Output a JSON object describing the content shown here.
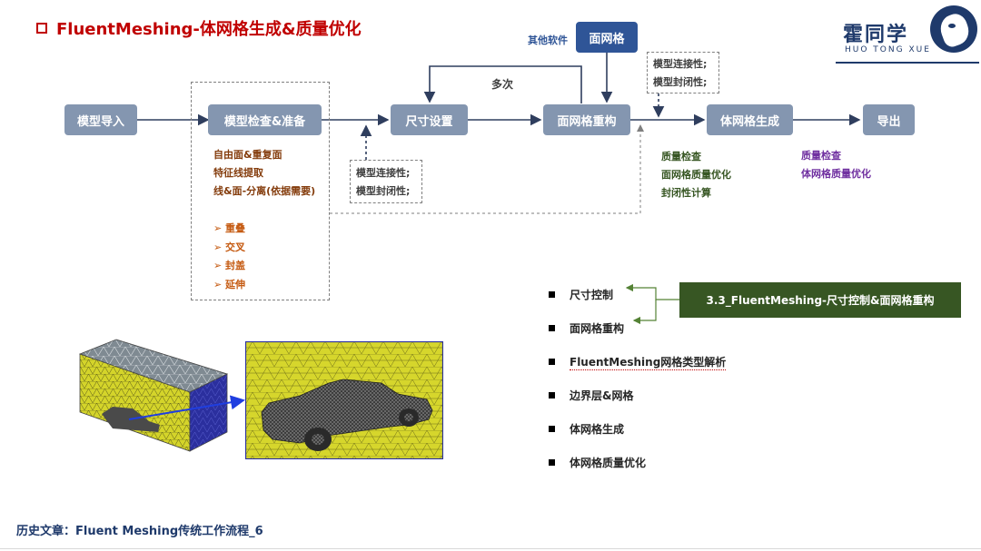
{
  "header": {
    "title": "FluentMeshing-体网格生成&质量优化",
    "logo_cn": "霍同学",
    "logo_en": "HUO TONG XUE"
  },
  "flow": {
    "import": "模型导入",
    "check": "模型检查&准备",
    "size": "尺寸设置",
    "surface": "面网格重构",
    "volume": "体网格生成",
    "export": "导出",
    "surface_mesh": "面网格",
    "other_software": "其他软件",
    "multiple": "多次"
  },
  "check_items": [
    "自由面&重复面",
    "特征线提取",
    "线&面-分离(依据需要)"
  ],
  "check_ops": [
    "重叠",
    "交叉",
    "封盖",
    "延伸"
  ],
  "mid_check": [
    "模型连接性;",
    "模型封闭性;"
  ],
  "top_check": [
    "模型连接性;",
    "模型封闭性;"
  ],
  "surface_quality": [
    "质量检查",
    "面网格质量优化",
    "封闭性计算"
  ],
  "volume_quality": [
    "质量检查",
    "体网格质量优化"
  ],
  "topics": [
    "尺寸控制",
    "面网格重构",
    "FluentMeshing网格类型解析",
    "边界层&网格",
    "体网格生成",
    "体网格质量优化"
  ],
  "related_article": "3.3_FluentMeshing-尺寸控制&面网格重构",
  "footer": "历史文章：Fluent Meshing传统工作流程_6",
  "colors": {
    "title_red": "#c00000",
    "node_gray": "#8496b0",
    "node_blue": "#2f5597",
    "article_green": "#375623",
    "mesh_yellow": "#d4d42a",
    "mesh_blue": "#2b2f9e"
  }
}
